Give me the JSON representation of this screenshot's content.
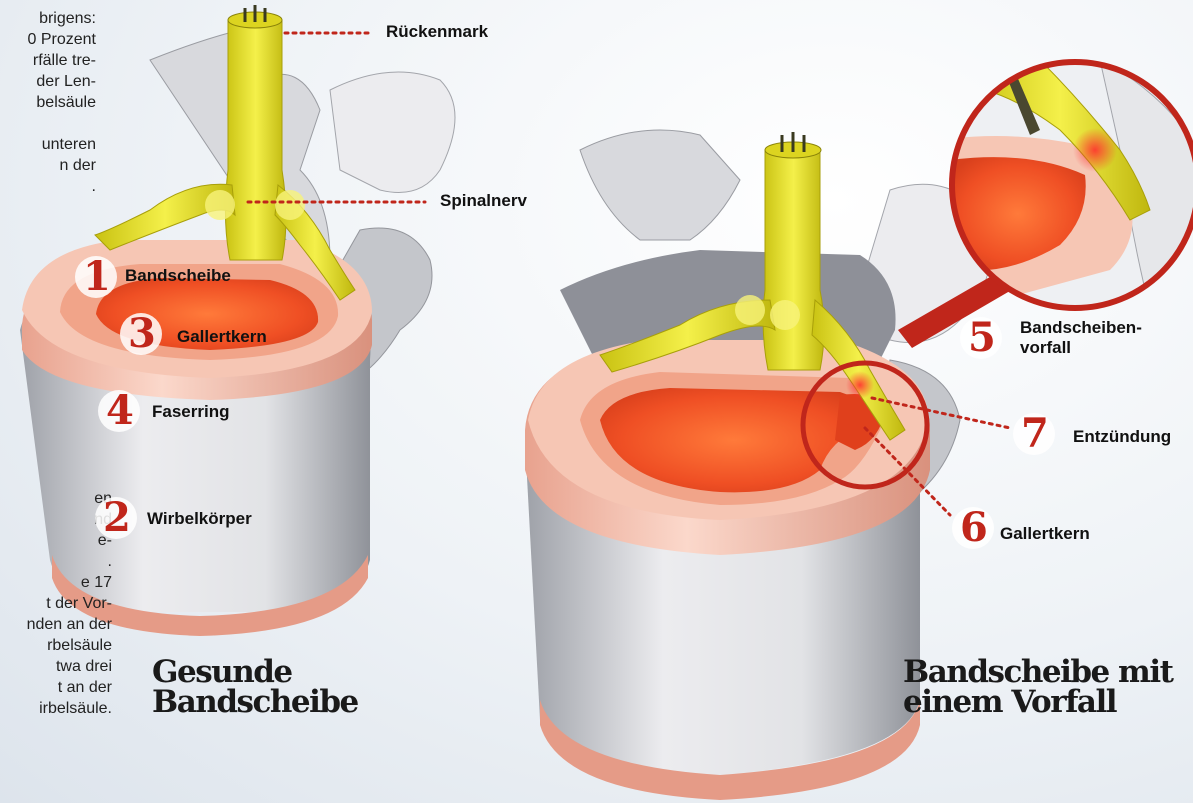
{
  "intro_text_top": "brigens:\n0 Prozent\nrfälle tre-\nder Len-\nbelsäule\n\n unteren\nn der\n.",
  "intro_text_bottom": "en\nnd\ne-\n.\ne 17\nt der Vor-\nnden an der\nrbelsäule\ntwa drei\nt an der\nirbelsäule.",
  "labels": {
    "rueckenmark": "Rückenmark",
    "spinalnerv": "Spinalnerv",
    "bandscheibe": "Bandscheibe",
    "gallertkern_left": "Gallertkern",
    "faserring": "Faserring",
    "wirbelkoerper": "Wirbelkörper",
    "vorfall_line1": "Bandscheiben-",
    "vorfall_line2": "vorfall",
    "entzuendung": "Entzündung",
    "gallertkern_right": "Gallertkern"
  },
  "numbers": {
    "n1": "1",
    "n2": "2",
    "n3": "3",
    "n4": "4",
    "n5": "5",
    "n6": "6",
    "n7": "7"
  },
  "captions": {
    "healthy_line1": "Gesunde",
    "healthy_line2": "Bandscheibe",
    "herniated_line1": "Bandscheibe mit",
    "herniated_line2": "einem Vorfall"
  },
  "colors": {
    "accent_red": "#c0261b",
    "nerve_yellow": "#e6e01a",
    "disc_pink": "#f3b9a6",
    "nucleus_orange": "#f0582a",
    "bone_gray": "#dcdde0"
  }
}
